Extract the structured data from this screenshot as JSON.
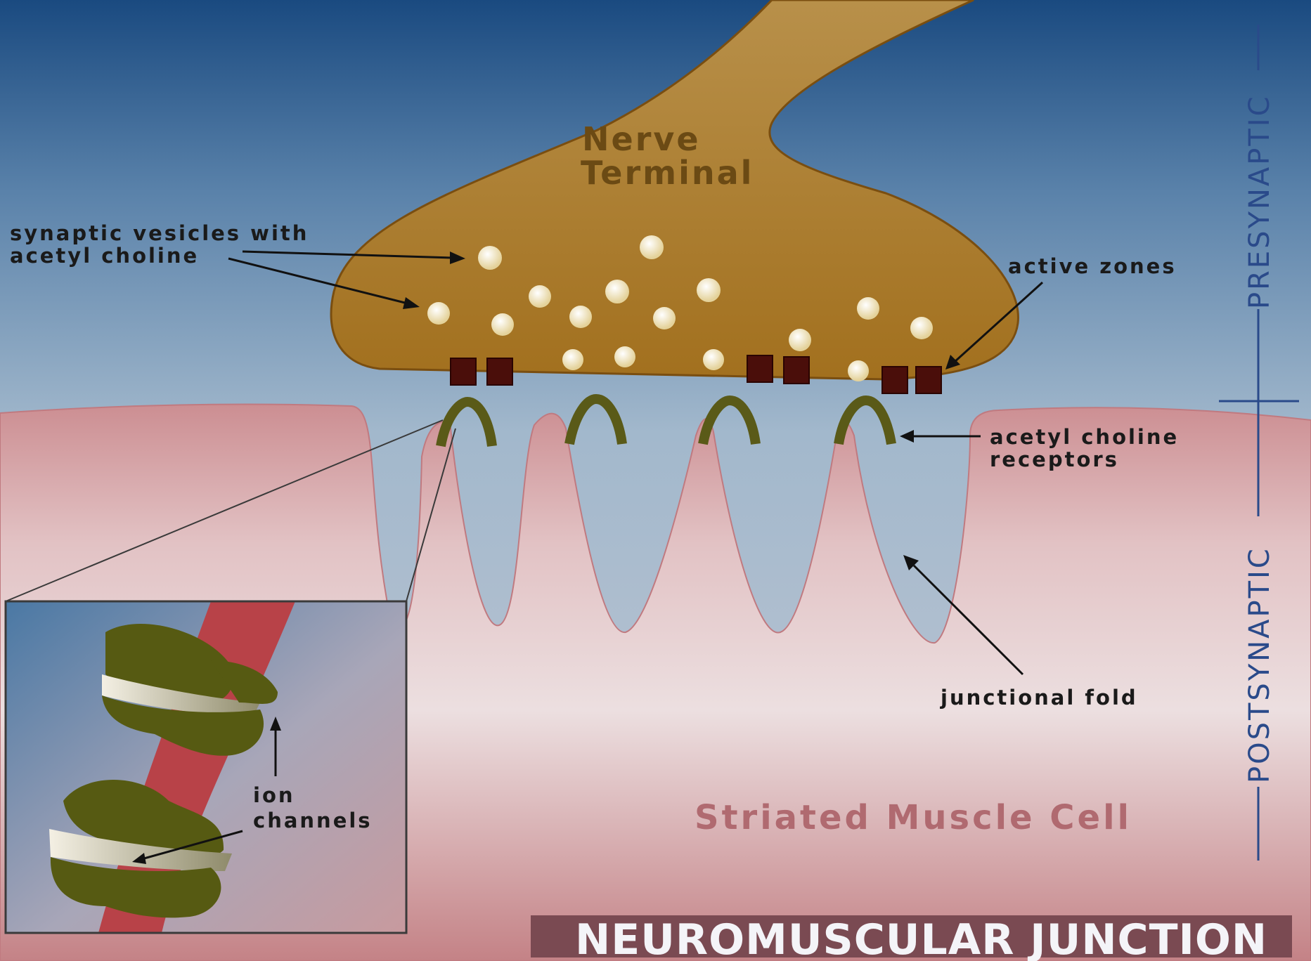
{
  "title": "NEUROMUSCULAR JUNCTION",
  "labels": {
    "nerve_terminal_line1": "Nerve",
    "nerve_terminal_line2": "Terminal",
    "vesicles_line1": "synaptic vesicles with",
    "vesicles_line2": "acetyl choline",
    "active_zones": "active zones",
    "receptors_line1": "acetyl choline",
    "receptors_line2": "receptors",
    "junctional_fold": "junctional fold",
    "muscle_cell": "Striated Muscle Cell",
    "ion_line1": "ion",
    "ion_line2": "channels"
  },
  "side_labels": {
    "presynaptic": "PRESYNAPTIC",
    "postsynaptic": "POSTSYNAPTIC"
  },
  "colors": {
    "background_top": "#1a4a80",
    "nerve_terminal": "#9a6a28",
    "muscle": "#d6a6aa",
    "receptor": "#5a5a1a",
    "active_zone": "#4a0e0a",
    "title_bar": "#7a4a52"
  }
}
